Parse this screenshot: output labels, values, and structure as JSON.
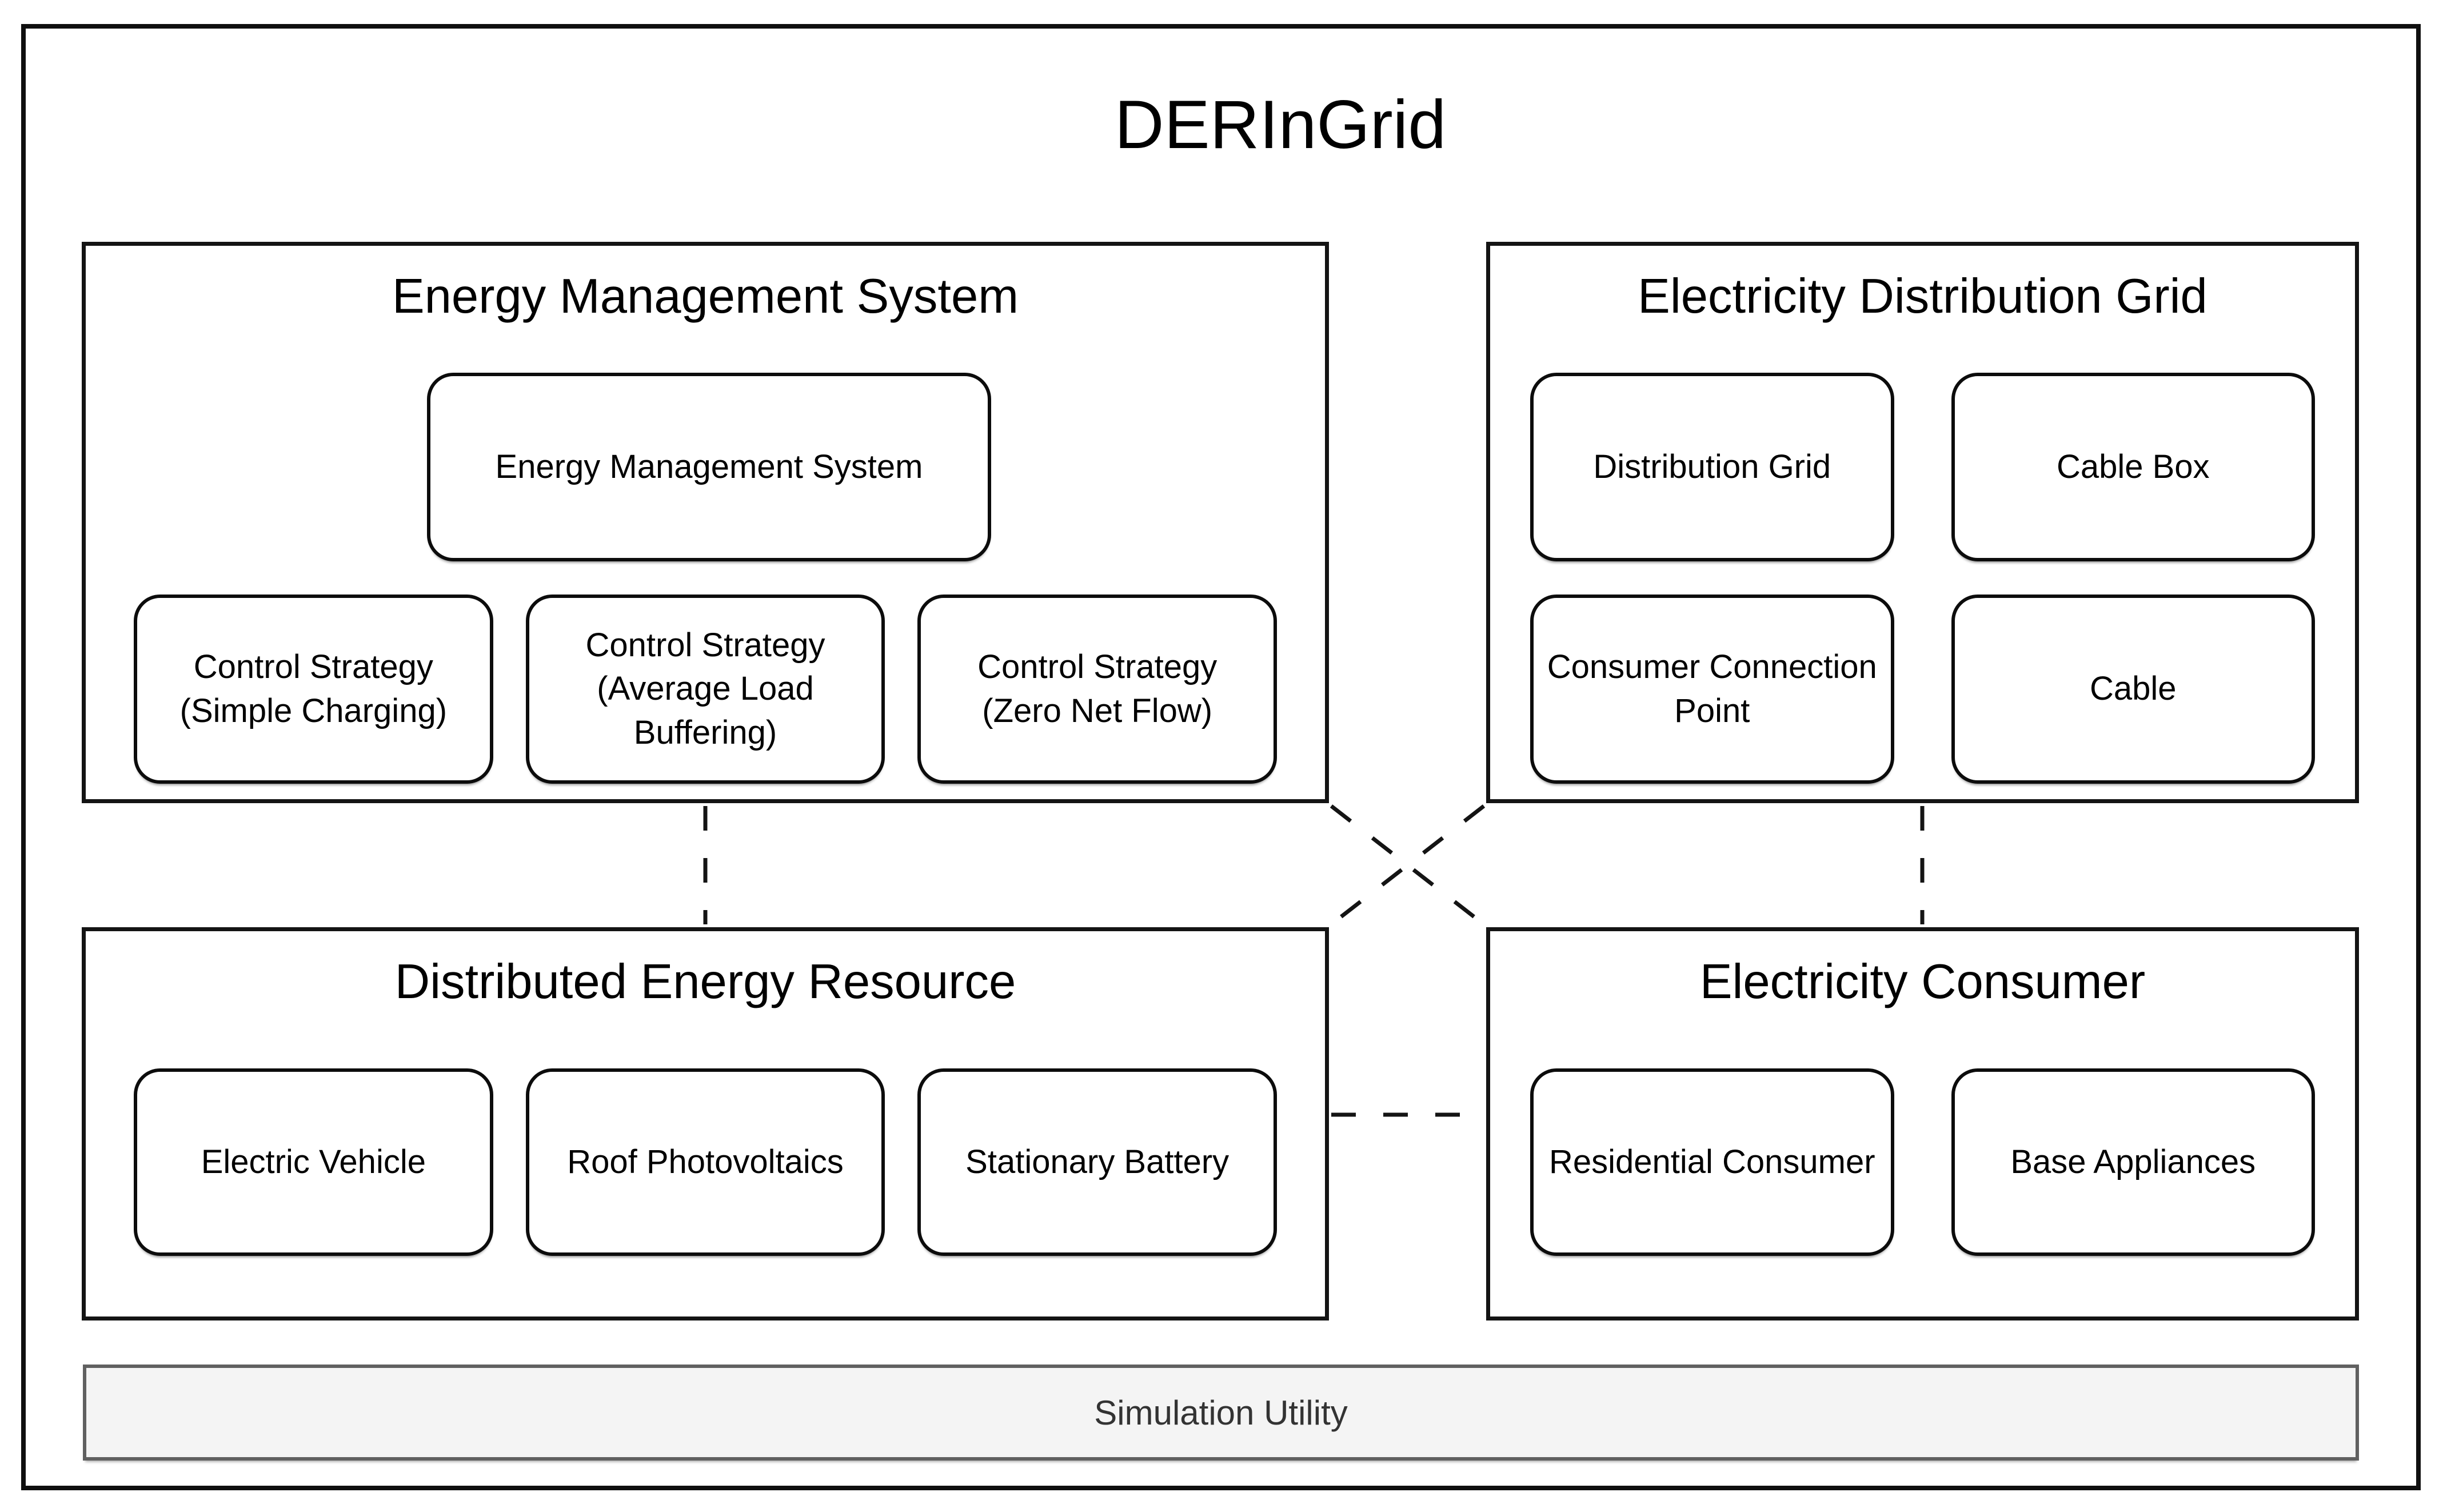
{
  "page_title": "DERInGrid",
  "panels": {
    "energy_management_system": {
      "title": "Energy Management System",
      "main_node": {
        "label": "Energy Management System"
      },
      "nodes": [
        {
          "label": "Control Strategy\n(Simple Charging)"
        },
        {
          "label": "Control Strategy\n(Average Load\nBuffering)"
        },
        {
          "label": "Control Strategy\n(Zero Net Flow)"
        }
      ]
    },
    "electricity_distribution_grid": {
      "title": "Electricity Distribution Grid",
      "nodes": [
        {
          "label": "Distribution Grid"
        },
        {
          "label": "Cable Box"
        },
        {
          "label": "Consumer Connection\nPoint"
        },
        {
          "label": "Cable"
        }
      ]
    },
    "distributed_energy_resource": {
      "title": "Distributed Energy Resource",
      "nodes": [
        {
          "label": "Electric Vehicle"
        },
        {
          "label": "Roof Photovoltaics"
        },
        {
          "label": "Stationary Battery"
        }
      ]
    },
    "electricity_consumer": {
      "title": "Electricity Consumer",
      "nodes": [
        {
          "label": "Residential Consumer"
        },
        {
          "label": "Base Appliances"
        }
      ]
    }
  },
  "footer": {
    "label": "Simulation Utility"
  },
  "relationships": [
    {
      "from": "Energy Management System",
      "to": "Distributed Energy Resource",
      "style": "dashed"
    },
    {
      "from": "Electricity Distribution Grid",
      "to": "Electricity Consumer",
      "style": "dashed"
    },
    {
      "from": "Energy Management System",
      "to": "Electricity Consumer",
      "style": "dashed"
    },
    {
      "from": "Electricity Distribution Grid",
      "to": "Distributed Energy Resource",
      "style": "dashed"
    },
    {
      "from": "Distributed Energy Resource",
      "to": "Electricity Consumer",
      "style": "dashed"
    }
  ],
  "colors": {
    "background": "#ffffff",
    "line": "#141414",
    "footer_background": "#f4f4f4",
    "footer_border": "#606060",
    "footer_text": "#333333"
  }
}
